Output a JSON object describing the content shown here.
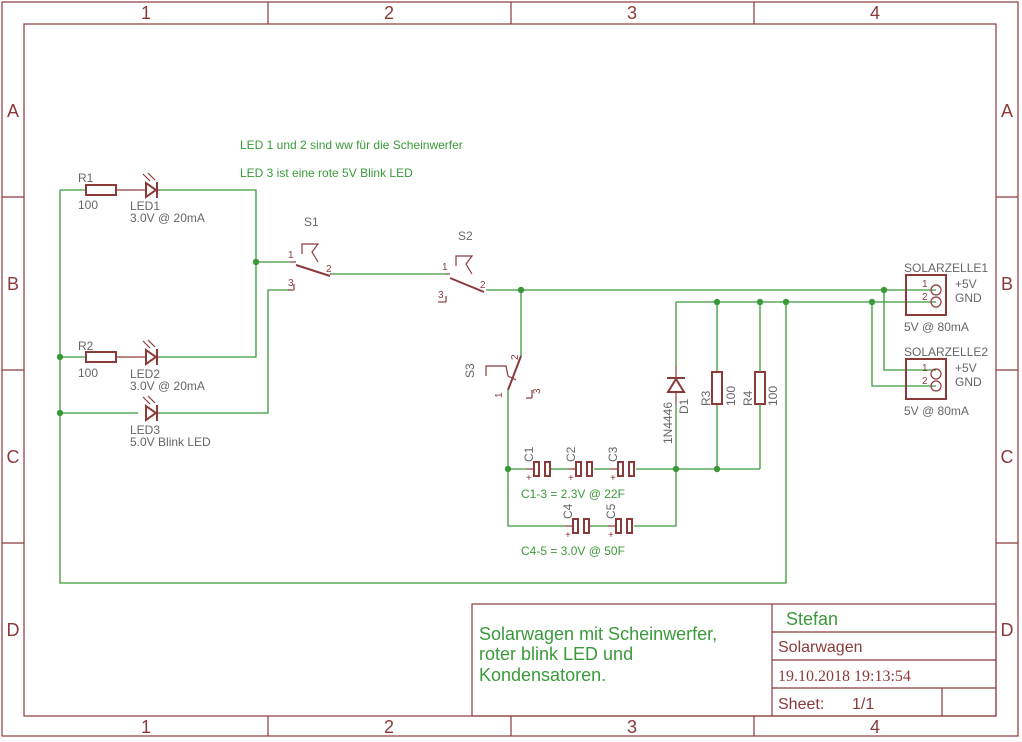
{
  "frame": {
    "columns": [
      "1",
      "2",
      "3",
      "4"
    ],
    "rows": [
      "A",
      "B",
      "C",
      "D"
    ]
  },
  "notes": {
    "headlights": "LED 1 und 2 sind ww für die Scheinwerfer",
    "blink": "LED 3 ist eine rote 5V Blink LED",
    "cap_group1": "C1-3 = 2.3V @ 22F",
    "cap_group2": "C4-5 = 3.0V @ 50F"
  },
  "components": {
    "R1": {
      "name": "R1",
      "value": "100"
    },
    "R2": {
      "name": "R2",
      "value": "100"
    },
    "R3": {
      "name": "R3",
      "value": "100"
    },
    "R4": {
      "name": "R4",
      "value": "100"
    },
    "LED1": {
      "name": "LED1",
      "value": "3.0V @ 20mA"
    },
    "LED2": {
      "name": "LED2",
      "value": "3.0V @ 20mA"
    },
    "LED3": {
      "name": "LED3",
      "value": "5.0V Blink LED"
    },
    "S1": {
      "name": "S1",
      "pins": [
        "1",
        "2",
        "3"
      ]
    },
    "S2": {
      "name": "S2",
      "pins": [
        "1",
        "2",
        "3"
      ]
    },
    "S3": {
      "name": "S3",
      "pins": [
        "1",
        "2",
        "3"
      ]
    },
    "D1": {
      "name": "D1",
      "value": "1N4446"
    },
    "C1": {
      "name": "C1"
    },
    "C2": {
      "name": "C2"
    },
    "C3": {
      "name": "C3"
    },
    "C4": {
      "name": "C4"
    },
    "C5": {
      "name": "C5"
    },
    "cap_polarity": "+",
    "SOL1": {
      "name": "SOLARZELLE1",
      "pin1": "1",
      "pin2": "2",
      "label1": "+5V",
      "label2": "GND",
      "value": "5V @ 80mA"
    },
    "SOL2": {
      "name": "SOLARZELLE2",
      "pin1": "1",
      "pin2": "2",
      "label1": "+5V",
      "label2": "GND",
      "value": "5V @ 80mA"
    }
  },
  "title_block": {
    "title_lines": [
      "Solarwagen mit Scheinwerfer,",
      "roter blink LED und",
      "Kondensatoren."
    ],
    "author": "Stefan",
    "project": "Solarwagen",
    "datetime": "19.10.2018 19:13:54",
    "sheet_label": "Sheet:",
    "sheet_value": "1/1"
  },
  "colors": {
    "frame": "#8b3a3a",
    "wire": "#3a9a3a",
    "label": "#666666"
  }
}
